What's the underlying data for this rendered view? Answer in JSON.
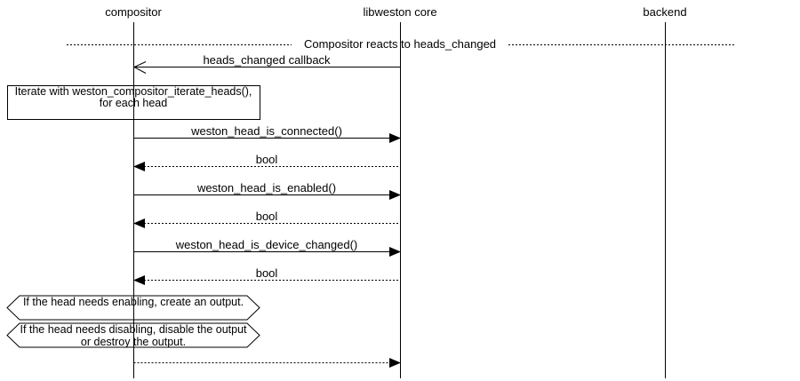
{
  "participants": [
    {
      "name": "compositor"
    },
    {
      "name": "libweston core"
    },
    {
      "name": "backend"
    }
  ],
  "divider": {
    "label": "Compositor reacts to heads_changed"
  },
  "messages": [
    {
      "label": "heads_changed callback",
      "from": "libweston core",
      "to": "compositor",
      "line": "solid",
      "arrow": "open"
    },
    {
      "label": "weston_head_is_connected()",
      "from": "compositor",
      "to": "libweston core",
      "line": "solid",
      "arrow": "filled"
    },
    {
      "label": "bool",
      "from": "libweston core",
      "to": "compositor",
      "line": "dotted",
      "arrow": "filled"
    },
    {
      "label": "weston_head_is_enabled()",
      "from": "compositor",
      "to": "libweston core",
      "line": "solid",
      "arrow": "filled"
    },
    {
      "label": "bool",
      "from": "libweston core",
      "to": "compositor",
      "line": "dotted",
      "arrow": "filled"
    },
    {
      "label": "weston_head_is_device_changed()",
      "from": "compositor",
      "to": "libweston core",
      "line": "solid",
      "arrow": "filled"
    },
    {
      "label": "bool",
      "from": "libweston core",
      "to": "compositor",
      "line": "dotted",
      "arrow": "filled"
    },
    {
      "label": "",
      "from": "compositor",
      "to": "libweston core",
      "line": "dotted",
      "arrow": "filled"
    }
  ],
  "note": {
    "text": "Iterate with weston_compositor_iterate_heads(), for each head"
  },
  "conditions": [
    {
      "text": "If the head needs enabling, create an output."
    },
    {
      "text": "If the head needs disabling, disable the output or destroy the output."
    }
  ],
  "colors": {
    "line": "#000000",
    "background": "#ffffff"
  }
}
